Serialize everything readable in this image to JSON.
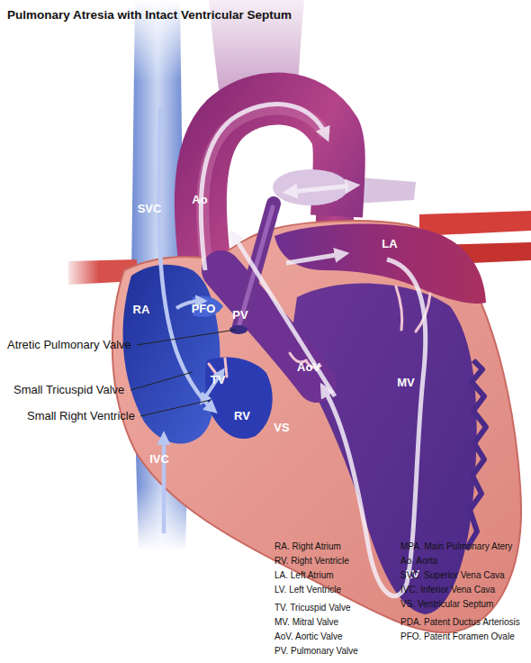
{
  "diagram": {
    "title": "Pulmonary Atresia with Intact Ventricular Septum",
    "labels": [
      "PDA",
      "Ao",
      "SVC",
      "MPA",
      "LA",
      "RA",
      "PFO",
      "PV",
      "Atretic Pulmonary Valve",
      "AoV",
      "TV",
      "MV",
      "Small Tricuspid Valve",
      "RV",
      "Small Right Ventricle",
      "VS",
      "IVC",
      "LV",
      "RA. Right Atrium",
      "RV. Right Ventricle",
      "LA. Left Atrium",
      "LV. Left Ventricle",
      "TV. Tricuspid Valve",
      "MV. Mitral Valve",
      "AoV. Aortic Valve",
      "PV. Pulmonary Valve",
      "MPA. Main Pulmonary Atery",
      "Ao. Aorta",
      "SVC. Superior Vena Cava",
      "IVC. Inferior Vena Cava",
      "VS. Ventricular Septum",
      "PDA. Patent Ductus Arteriosis",
      "PFO. Patent Foramen Ovale"
    ]
  }
}
